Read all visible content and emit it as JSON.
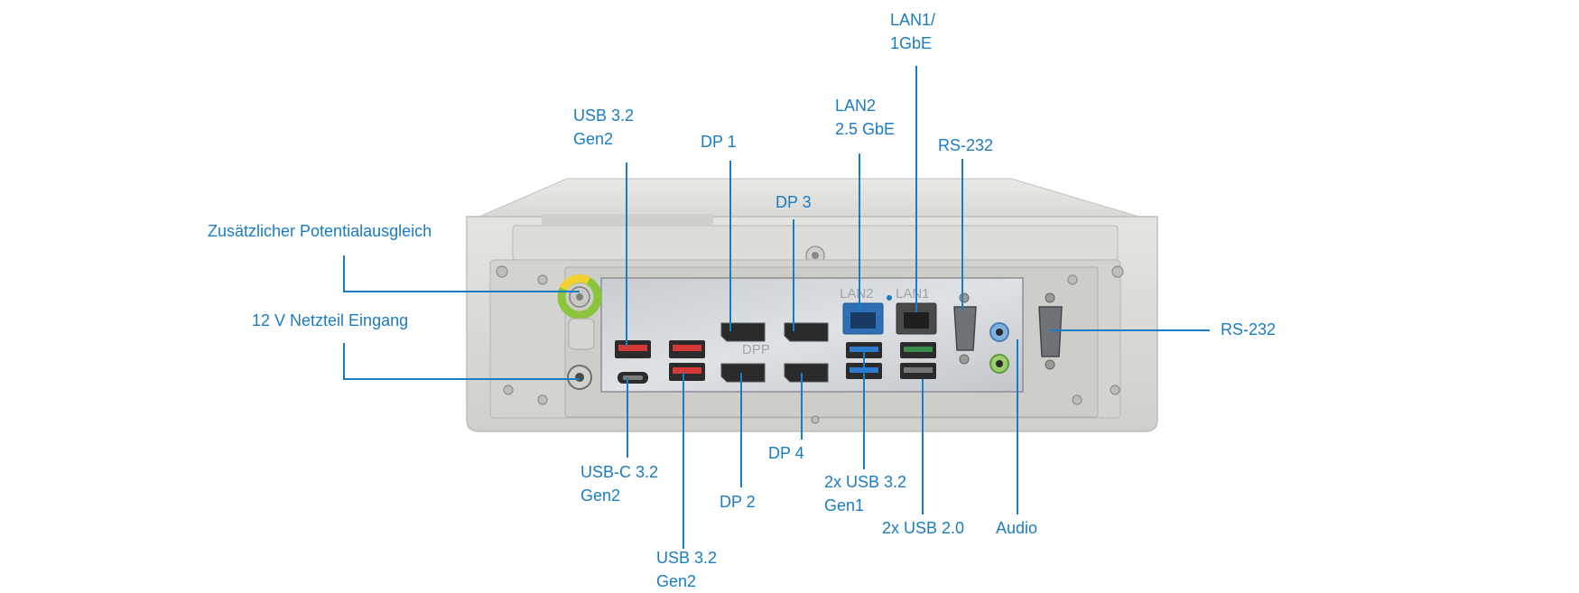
{
  "accent_color": "#1a7cc2",
  "callouts": {
    "zusatz_potential": [
      "Zusätzlicher Potentialausgleich"
    ],
    "netzteil": [
      "12 V Netzteil Eingang"
    ],
    "usb32_gen2_top": [
      "USB 3.2",
      "Gen2"
    ],
    "dp1": [
      "DP 1"
    ],
    "dp3": [
      "DP 3"
    ],
    "lan2": [
      "LAN2",
      "2.5 GbE"
    ],
    "lan1": [
      "LAN1/",
      "1GbE"
    ],
    "rs232_top": [
      "RS-232"
    ],
    "rs232_right": [
      "RS-232"
    ],
    "usbc32_gen2": [
      "USB-C 3.2",
      "Gen2"
    ],
    "dp2": [
      "DP 2"
    ],
    "dp4": [
      "DP 4"
    ],
    "usb32_gen1": [
      "2x USB 3.2",
      "Gen1"
    ],
    "usb20": [
      "2x USB 2.0"
    ],
    "audio": [
      "Audio"
    ],
    "usb32_gen2_bottom": [
      "USB 3.2",
      "Gen2"
    ]
  },
  "device": {
    "io_panel_top_text": [
      "LAN2",
      "LAN1"
    ],
    "io_panel_text": [
      "DPP"
    ]
  }
}
